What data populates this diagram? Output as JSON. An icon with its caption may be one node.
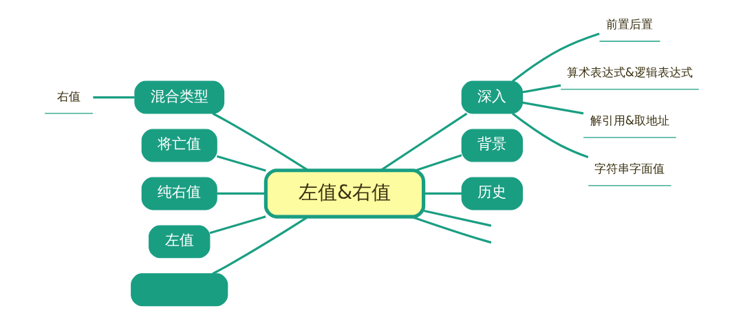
{
  "diagram": {
    "nodes": [
      {
        "text": [
          "左值&右值"
        ]
      },
      {
        "text": [
          "混合类型"
        ]
      },
      {
        "text": [
          "右值"
        ]
      },
      {
        "text": [
          "将亡值"
        ]
      },
      {
        "text": [
          "纯右值"
        ]
      },
      {
        "text": [
          "左值"
        ]
      },
      {
        "text": [],
        "shape": "box"
      },
      {
        "text": [
          "深入"
        ]
      },
      {
        "text": [
          "前置后置"
        ]
      },
      {
        "text": [
          "算术表达式&逻辑表达式"
        ]
      },
      {
        "text": [
          "解引用&取地址"
        ]
      },
      {
        "text": [
          "字符串字面值"
        ]
      },
      {
        "text": [
          "背景"
        ]
      },
      {
        "text": [
          "历史"
        ]
      }
    ],
    "edges": [
      {
        "from": 0,
        "to": 1,
        "arrow": "none"
      },
      {
        "from": 1,
        "to": 2,
        "arrow": "none"
      },
      {
        "from": 0,
        "to": 3,
        "arrow": "none"
      },
      {
        "from": 0,
        "to": 4,
        "arrow": "none"
      },
      {
        "from": 0,
        "to": 5,
        "arrow": "none"
      },
      {
        "from": 0,
        "to": 6,
        "arrow": "none"
      },
      {
        "from": 0,
        "to": null,
        "arrow": "none"
      },
      {
        "from": 0,
        "to": 7,
        "arrow": "none"
      },
      {
        "from": 7,
        "to": 8,
        "arrow": "none"
      },
      {
        "from": 7,
        "to": 9,
        "arrow": "none"
      },
      {
        "from": 7,
        "to": 10,
        "arrow": "none"
      },
      {
        "from": 7,
        "to": 11,
        "arrow": "none"
      },
      {
        "from": 0,
        "to": 12,
        "arrow": "none"
      },
      {
        "from": 0,
        "to": 13,
        "arrow": "none"
      },
      {
        "from": 0,
        "to": null,
        "arrow": "none"
      }
    ]
  }
}
